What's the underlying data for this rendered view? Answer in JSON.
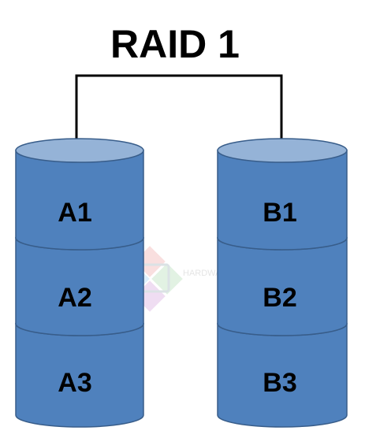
{
  "title": "RAID 1",
  "watermark": "HARDWARESFERA",
  "colors": {
    "disk_body": "#4f81bd",
    "disk_top": "#95b3d7",
    "disk_stroke": "#385d8a",
    "line": "#000000",
    "text": "#000000"
  },
  "disks": [
    {
      "segments": [
        "A1",
        "A2",
        "A3"
      ]
    },
    {
      "segments": [
        "B1",
        "B2",
        "B3"
      ]
    }
  ]
}
